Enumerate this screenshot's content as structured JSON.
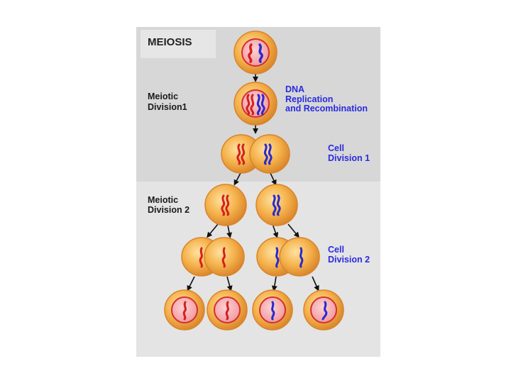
{
  "title": "MEIOSIS",
  "labels": {
    "meiotic_division_1": [
      "Meiotic",
      "Division1"
    ],
    "dna_replication": [
      "DNA",
      "Replication",
      "and Recombination"
    ],
    "cell_division_1": [
      "Cell",
      "Division 1"
    ],
    "meiotic_division_2": [
      "Meiotic",
      "Division 2"
    ],
    "cell_division_2": [
      "Cell",
      "Division 2"
    ]
  },
  "colors": {
    "panel_top": "#d7d7d7",
    "panel_bottom": "#e4e4e4",
    "cell_outer": "#f0a638",
    "cell_rim": "#d9842a",
    "nucleus": "#f6a3a8",
    "nucleus_rim": "#d23030",
    "chromosome_red": "#d61f1f",
    "chromosome_blue": "#2a2ad0",
    "label_blue": "#2a2ae0",
    "label_black": "#1a1a1a"
  }
}
